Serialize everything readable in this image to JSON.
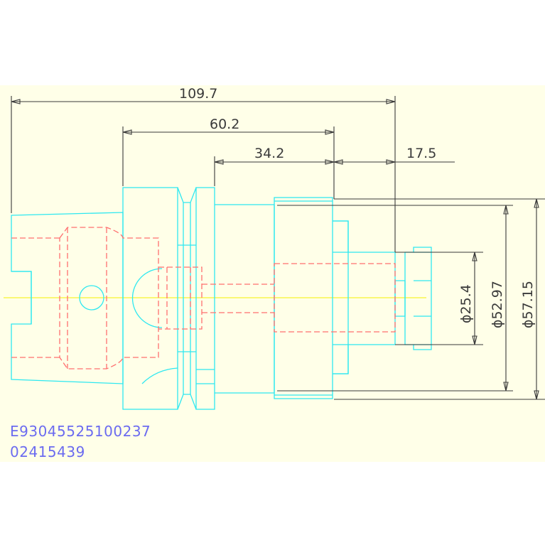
{
  "drawing": {
    "dimensions": {
      "overall_length": "109.7",
      "shank_to_face": "60.2",
      "flange_to_face": "34.2",
      "face_to_end": "17.5",
      "dia_small": "ϕ25.4",
      "dia_mid": "ϕ52.97",
      "dia_large": "ϕ57.15"
    },
    "part_code": "E93045525100237",
    "part_number": "02415439",
    "colors": {
      "paper": "#ffffe8",
      "outline": "#2ee8f0",
      "hidden_line": "#ff6f6f",
      "center_line": "#f5f000",
      "dimension": "#3a3a3a",
      "text": "#6b6bf0"
    }
  }
}
